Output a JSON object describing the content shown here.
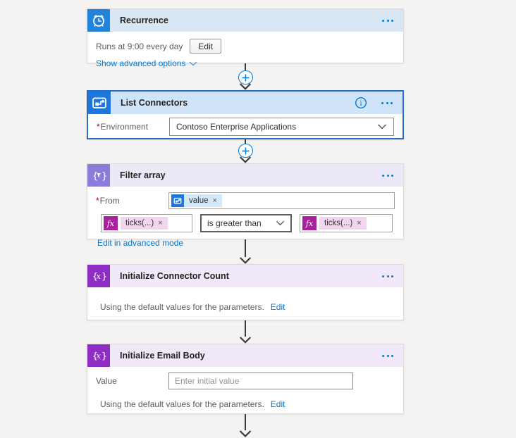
{
  "colors": {
    "canvas_bg": "#f4f3f2",
    "accent_blue": "#0078d4",
    "selected_border": "#2a6ebf",
    "recurrence_header_bg": "#d8e5f2",
    "recurrence_icon_bg": "#2183dc",
    "connector_header_bg": "#cfe4f8",
    "connector_icon_bg": "#1d76dd",
    "filter_header_bg": "#ece8f8",
    "filter_icon_bg": "#8a7cd9",
    "variable_header_bg": "#f1e8f9",
    "variable_icon_bg": "#8f2ec4",
    "fx_icon_bg": "#aa20a0",
    "value_chip_bg": "#d3e8f9",
    "fx_chip_bg": "#f0d6ee",
    "arrow_color": "#3b3a39"
  },
  "icons": {
    "more_options": "•••",
    "info": "i",
    "add_step": "+",
    "remove_token": "×"
  },
  "cards": {
    "recurrence": {
      "title": "Recurrence",
      "summary": "Runs at 9:00 every day",
      "edit_button": "Edit",
      "advanced_link": "Show advanced options"
    },
    "list_connectors": {
      "title": "List Connectors",
      "required": "*",
      "environment_label": "Environment",
      "environment_value": "Contoso Enterprise Applications"
    },
    "filter_array": {
      "title": "Filter array",
      "required": "*",
      "from_label": "From",
      "from_token_label": "value",
      "condition_left_token": "ticks(...)",
      "operator_value": "is greater than",
      "condition_right_token": "ticks(...)",
      "advanced_link": "Edit in advanced mode"
    },
    "initialize_connector_count": {
      "title": "Initialize Connector Count",
      "summary": "Using the default values for the parameters.",
      "edit_link": "Edit"
    },
    "initialize_email_body": {
      "title": "Initialize Email Body",
      "value_label": "Value",
      "value_placeholder": "Enter initial value",
      "summary": "Using the default values for the parameters.",
      "edit_link": "Edit"
    }
  }
}
